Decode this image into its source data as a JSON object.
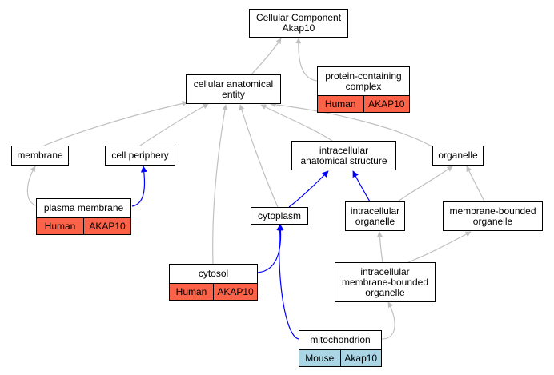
{
  "nodes": {
    "root": {
      "label": "Cellular Component\nAkap10"
    },
    "cae": {
      "label": "cellular anatomical\nentity"
    },
    "pcc": {
      "label": "protein-containing\ncomplex",
      "species": "Human",
      "gene": "AKAP10"
    },
    "membrane": {
      "label": "membrane"
    },
    "periphery": {
      "label": "cell periphery"
    },
    "ias": {
      "label": "intracellular\nanatomical structure"
    },
    "organelle": {
      "label": "organelle"
    },
    "pm": {
      "label": "plasma membrane",
      "species": "Human",
      "gene": "AKAP10"
    },
    "cytoplasm": {
      "label": "cytoplasm"
    },
    "iorg": {
      "label": "intracellular\norganelle"
    },
    "mbo": {
      "label": "membrane-bounded\norganelle"
    },
    "cytosol": {
      "label": "cytosol",
      "species": "Human",
      "gene": "AKAP10"
    },
    "imbo": {
      "label": "intracellular\nmembrane-bounded\norganelle"
    },
    "mito": {
      "label": "mitochondrion",
      "species": "Mouse",
      "gene": "Akap10"
    }
  },
  "colors": {
    "human_annotation": "#fb6247",
    "mouse_annotation": "#a9d5e4",
    "is_a_edge": "#c0c0c0",
    "part_of_edge": "#0000ff"
  }
}
